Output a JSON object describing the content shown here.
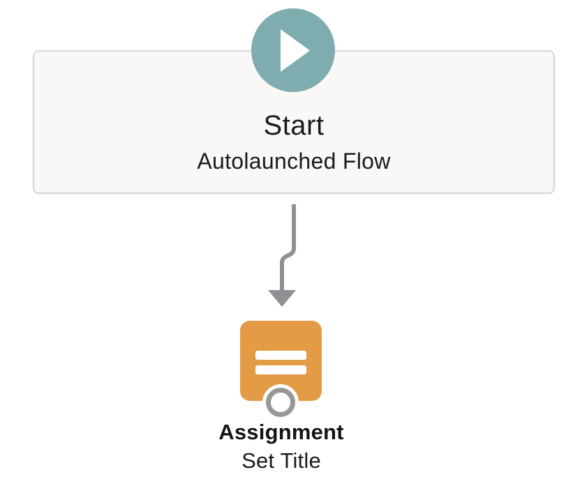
{
  "flow": {
    "start_node": {
      "title": "Start",
      "subtitle": "Autolaunched Flow",
      "icon": "play-icon",
      "icon_color": "#7EACAF",
      "card_background": "#F9F8F6",
      "card_border_color": "#D7D6D3"
    },
    "assignment_node": {
      "title": "Assignment",
      "subtitle": "Set Title",
      "icon": "assignment-icon",
      "icon_color": "#E49B45",
      "port_ring_color": "#979797"
    },
    "connector": {
      "color": "#8F8F94",
      "direction": "down"
    }
  }
}
